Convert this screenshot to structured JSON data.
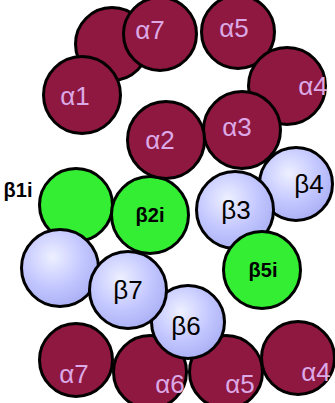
{
  "diagram": {
    "nodes": [
      {
        "text": [
          "α7"
        ]
      },
      {
        "text": [
          "α5"
        ]
      },
      {
        "text": [
          "α1"
        ]
      },
      {
        "text": [
          "α4"
        ]
      },
      {
        "text": [
          "α2"
        ]
      },
      {
        "text": [
          "α3"
        ]
      },
      {
        "text": [
          "β1i"
        ]
      },
      {
        "text": [
          "β2i"
        ]
      },
      {
        "text": [
          "β3"
        ]
      },
      {
        "text": [
          "β4"
        ]
      },
      {
        "text": [
          "β7"
        ]
      },
      {
        "text": [
          "β6"
        ]
      },
      {
        "text": [
          "β5i"
        ]
      },
      {
        "text": [
          "α7"
        ]
      },
      {
        "text": [
          "α6"
        ]
      },
      {
        "text": [
          "α5"
        ]
      },
      {
        "text": [
          "α4"
        ]
      }
    ]
  }
}
